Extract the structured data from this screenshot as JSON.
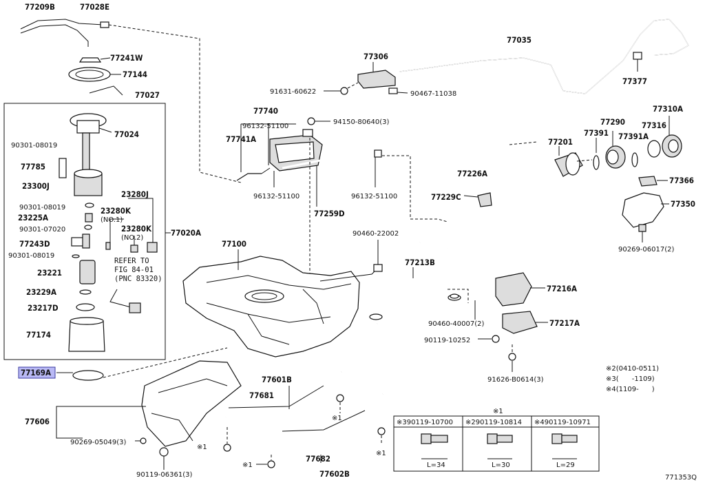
{
  "diagram_code": "771353Q",
  "highlighted_part": "77169A",
  "refer_note": [
    "REFER TO",
    "FIG 84-01",
    "(PNC 83320)"
  ],
  "no1": "(NO.1)",
  "no2": "(NO.2)",
  "labels": {
    "p77209B": "77209B",
    "p77028E": "77028E",
    "p77241W": "77241W",
    "p77144": "77144",
    "p77027": "77027",
    "p77024": "77024",
    "p9030108019a": "90301-08019",
    "p77785": "77785",
    "p23300J": "23300J",
    "p9030108019b": "90301-08019",
    "p23225A": "23225A",
    "p9030107020": "90301-07020",
    "p77243D": "77243D",
    "p9030108019c": "90301-08019",
    "p23221": "23221",
    "p23229A": "23229A",
    "p23217D": "23217D",
    "p77174": "77174",
    "p77169A": "77169A",
    "p23280J": "23280J",
    "p23280K1": "23280K",
    "p23280K2": "23280K",
    "p77020A": "77020A",
    "p77306": "77306",
    "p9163160622": "91631-60622",
    "p9046711038": "90467-11038",
    "p77035": "77035",
    "p77377": "77377",
    "p77740": "77740",
    "p9613251100a": "96132-51100",
    "p77741A": "77741A",
    "p9415080640": "94150-80640(3)",
    "p9613251100b": "96132-51100",
    "p77259D": "77259D",
    "p9613251100c": "96132-51100",
    "p77201": "77201",
    "p77391": "77391",
    "p77290": "77290",
    "p77310A": "77310A",
    "p77316": "77316",
    "p77391A": "77391A",
    "p77226A": "77226A",
    "p77229C": "77229C",
    "p77366": "77366",
    "p77350": "77350",
    "p9026906017": "90269-06017(2)",
    "p77100": "77100",
    "p9046022002": "90460-22002",
    "p77213B": "77213B",
    "p77216A": "77216A",
    "p9046040007": "90460-40007(2)",
    "p77217A": "77217A",
    "p9011910252": "90119-10252",
    "p91626B0614": "91626-B0614(3)",
    "p77601B": "77601B",
    "p77681": "77681",
    "p77606": "77606",
    "p9026905049": "90269-05049(3)",
    "p9011906361": "90119-06361(3)",
    "p77682": "77682",
    "p77602B": "77602B"
  },
  "star1": "※1",
  "notes": [
    {
      "mark": "※2",
      "text": "(0410-0511)"
    },
    {
      "mark": "※3",
      "text": "(      -1109)"
    },
    {
      "mark": "※4",
      "text": "(1109-      )"
    }
  ],
  "bolt_table": {
    "title": "※1",
    "cols": [
      {
        "mark": "※3",
        "part": "90119-10700",
        "len": "L=34"
      },
      {
        "mark": "※2",
        "part": "90119-10814",
        "len": "L=30"
      },
      {
        "mark": "※4",
        "part": "90119-10971",
        "len": "L=29"
      }
    ]
  }
}
